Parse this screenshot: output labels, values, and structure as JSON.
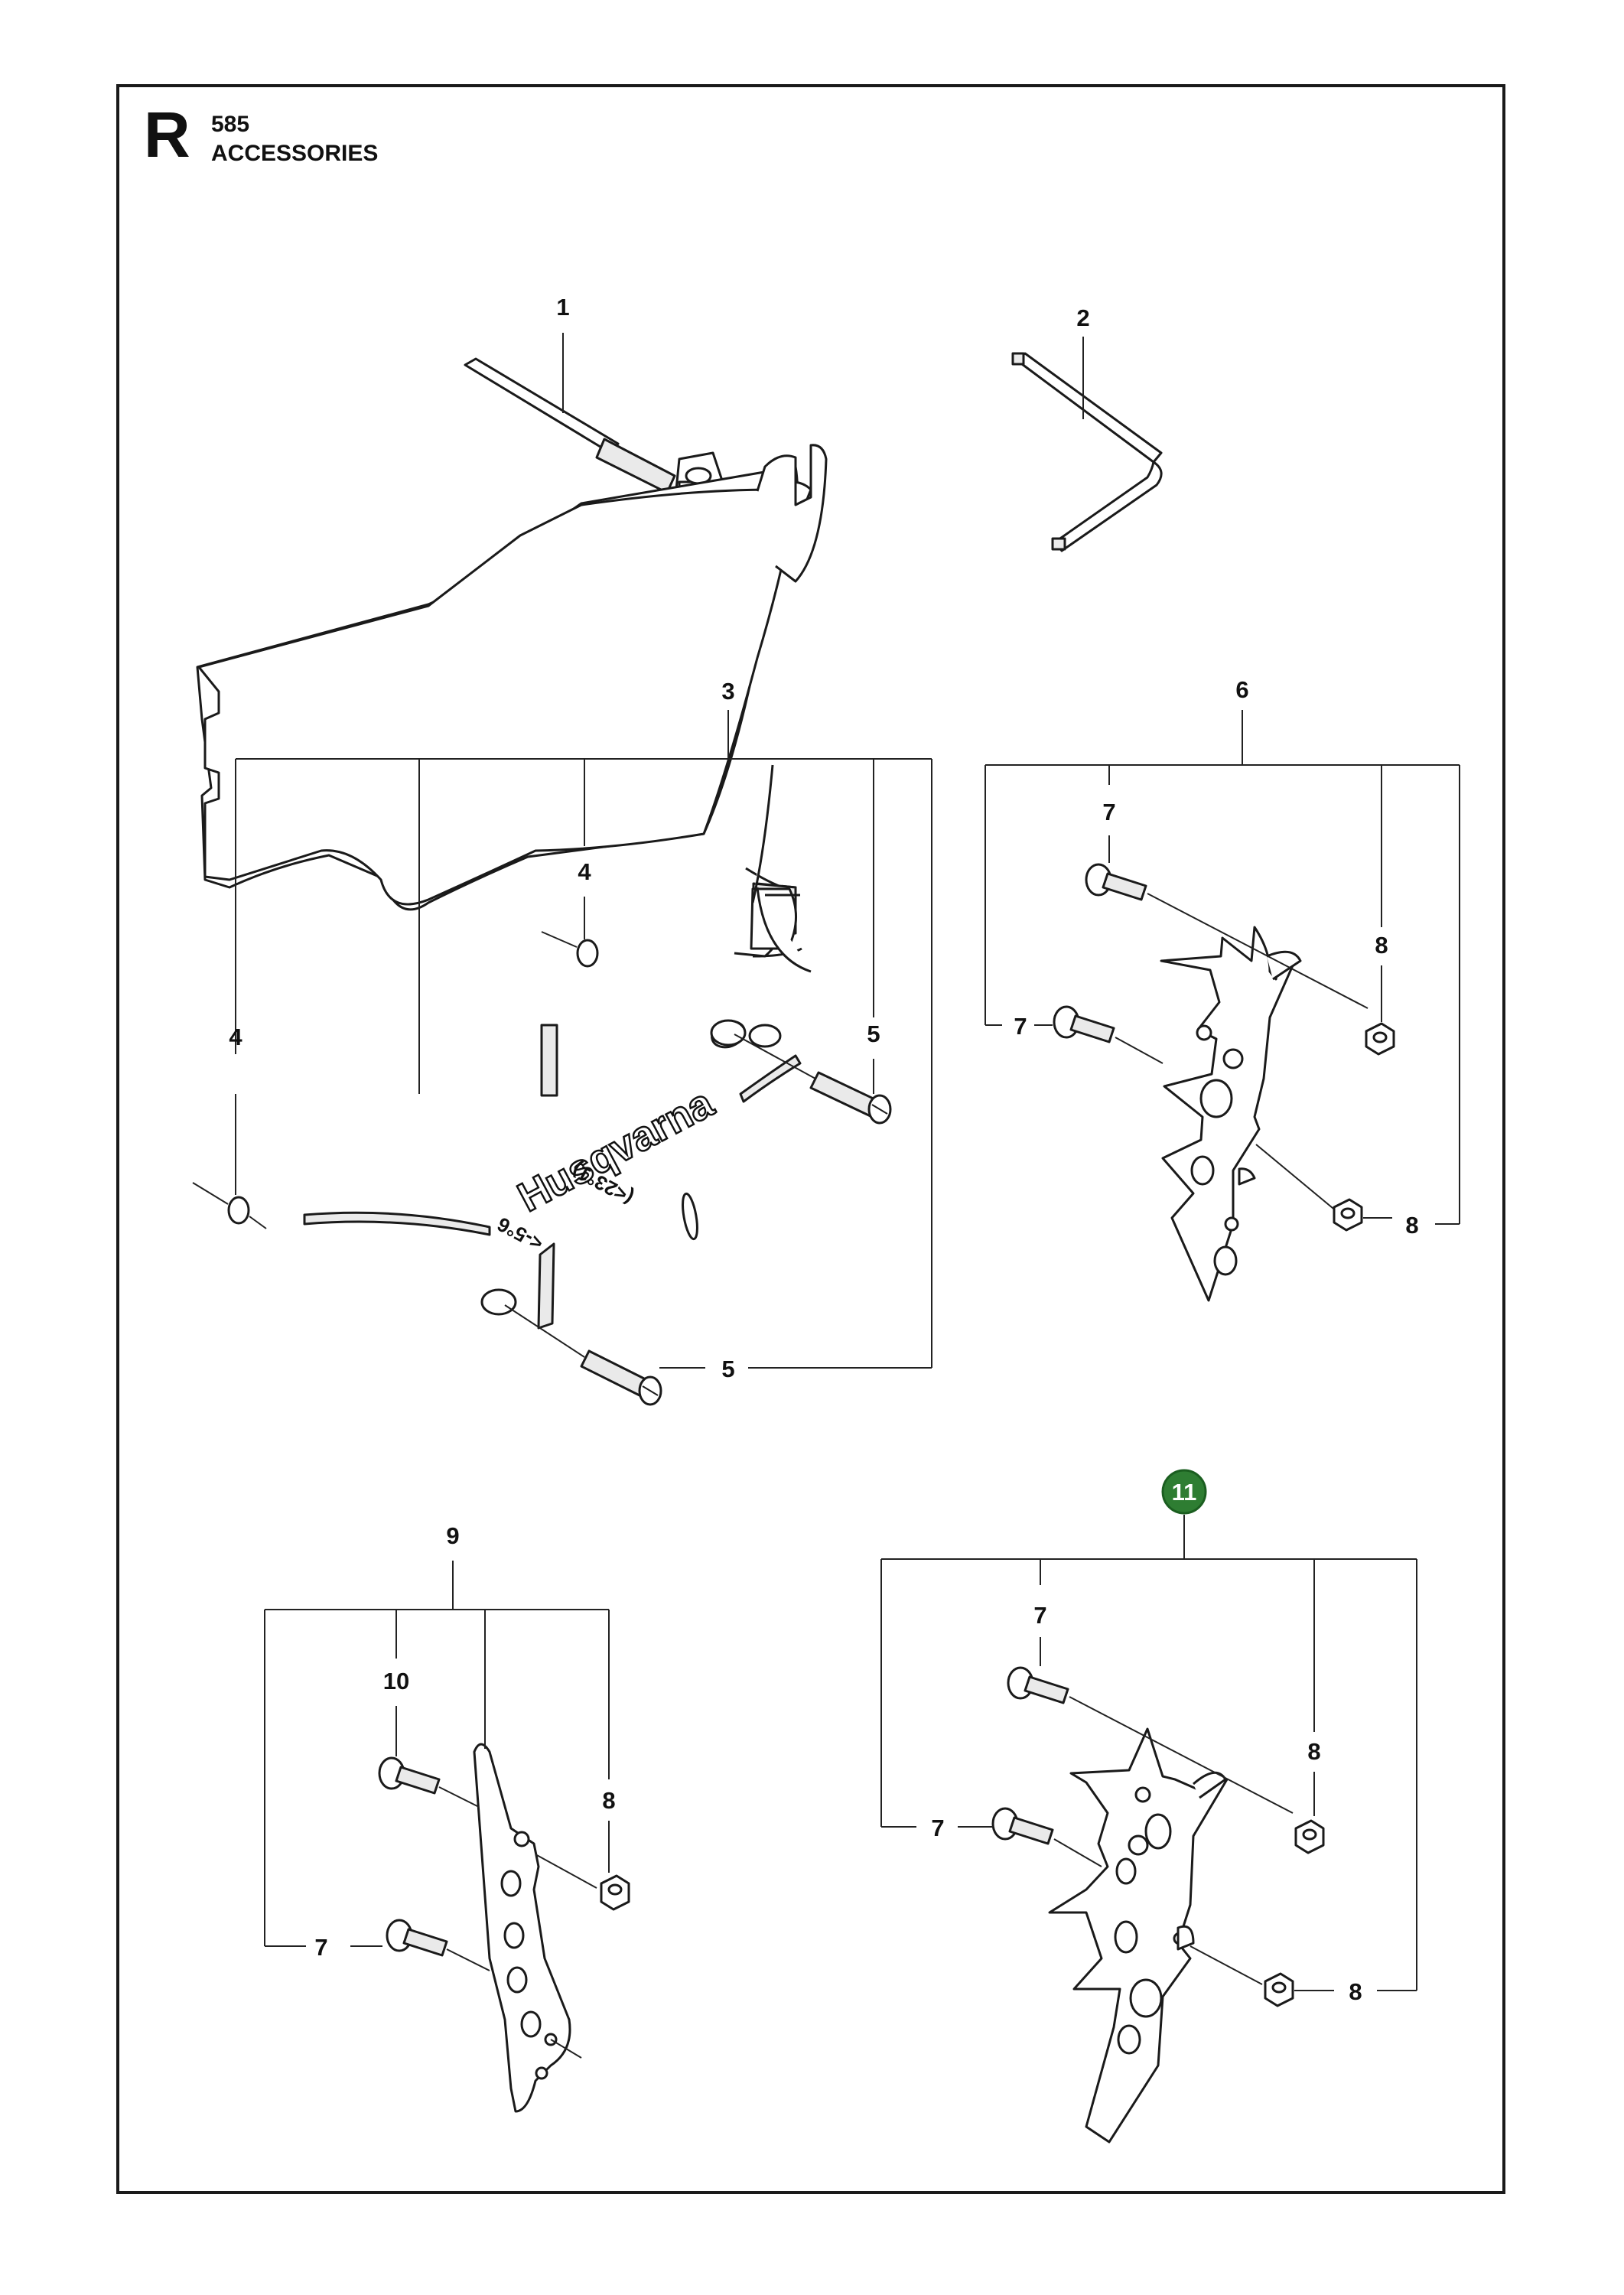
{
  "header": {
    "section_letter": "R",
    "model_number": "585",
    "section_title": "ACCESSORIES"
  },
  "cover_brand_text": "Husqvarna",
  "cover_marking_left": "<-5°6",
  "cover_marking_right": "(<23°1)",
  "highlight_color": "#2e7d32",
  "callouts": {
    "c1": "1",
    "c2": "2",
    "c3": "3",
    "c4a": "4",
    "c4b": "4",
    "c5a": "5",
    "c5b": "5",
    "c6": "6",
    "c7a": "7",
    "c7b": "7",
    "c8a": "8",
    "c8b": "8",
    "c9": "9",
    "c10": "10",
    "c7c": "7",
    "c8c": "8",
    "c11": "11",
    "c7d": "7",
    "c7e": "7",
    "c8d": "8",
    "c8e": "8"
  }
}
